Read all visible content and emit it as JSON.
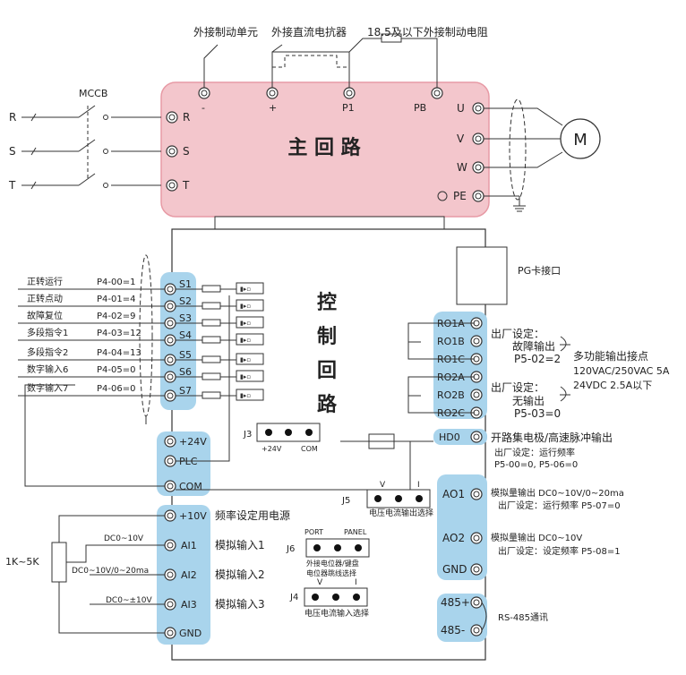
{
  "colors": {
    "main_fill": "#f3c6cc",
    "main_stroke": "#e79aa5",
    "blue": "#a9d4ec",
    "line": "#333333"
  },
  "top_labels": {
    "brake_unit": "外接制动单元",
    "dc_reactor": "外接直流电抗器",
    "brake_resistor": "18.5及以下外接制动电阻"
  },
  "mccb": "MCCB",
  "inputs": [
    "R",
    "S",
    "T"
  ],
  "main_circuit": {
    "title": "主 回 路",
    "neg": "-",
    "pos": "+",
    "p1": "P1",
    "pb": "PB",
    "r": "R",
    "s": "S",
    "t": "T",
    "u": "U",
    "v": "V",
    "w": "W",
    "pe": "PE"
  },
  "motor": "M",
  "pg_card": "PG卡接口",
  "control_title": [
    "控",
    "制",
    "回",
    "路"
  ],
  "inputs_terminals": [
    {
      "name": "正转运行",
      "code": "P4-00=1",
      "term": "S1"
    },
    {
      "name": "正转点动",
      "code": "P4-01=4",
      "term": "S2"
    },
    {
      "name": "故障复位",
      "code": "P4-02=9",
      "term": "S3"
    },
    {
      "name": "多段指令1",
      "code": "P4-03=12",
      "term": "S4"
    },
    {
      "name": "多段指令2",
      "code": "P4-04=13",
      "term": "S5"
    },
    {
      "name": "数字输入6",
      "code": "P4-05=0",
      "term": "S6"
    },
    {
      "name": "数字输入7",
      "code": "P4-06=0",
      "term": "S7"
    }
  ],
  "power_terms": {
    "v24": "+24V",
    "plc": "PLC",
    "com": "COM"
  },
  "j3": {
    "label": "J3",
    "left": "+24V",
    "right": "COM"
  },
  "relay": {
    "terms": [
      "RO1A",
      "RO1B",
      "RO1C",
      "RO2A",
      "RO2B",
      "RO2C"
    ],
    "set1_title": "出厂设定：",
    "set1_val": "故障输出",
    "set1_code": "P5-02=2",
    "set2_title": "出厂设定：",
    "set2_val": "无输出",
    "set2_code": "P5-03=0",
    "multi_title": "多功能输出接点",
    "multi_spec1": "120VAC/250VAC 5A",
    "multi_spec2": "24VDC  2.5A以下"
  },
  "hdo": {
    "term": "HD0",
    "title": "开路集电极/高速脉冲输出",
    "sub": "出厂设定：运行频率",
    "code": "P5-00=0, P5-06=0"
  },
  "j5": {
    "label": "J5",
    "v": "V",
    "i": "I",
    "caption": "电压电流输出选择"
  },
  "ao": {
    "ao1": "AO1",
    "ao1_desc": "模拟量输出  DC0~10V/0~20ma",
    "ao1_set": "出厂设定：运行频率    P5-07=0",
    "ao2": "AO2",
    "ao2_desc": "模拟量输出  DC0~10V",
    "ao2_set": "出厂设定：设定频率    P5-08=1",
    "gnd": "GND"
  },
  "rs485": {
    "p": "485+",
    "n": "485-",
    "label": "RS-485通讯"
  },
  "analog": {
    "p10": "+10V",
    "p10_desc": "频率设定用电源",
    "ai1": "AI1",
    "ai1_desc": "模拟输入1",
    "ai2": "AI2",
    "ai2_desc": "模拟输入2",
    "ai3": "AI3",
    "ai3_desc": "模拟输入3",
    "gnd": "GND",
    "dc1": "DC0~10V",
    "dc2": "DC0~10V/0~20ma",
    "dc3": "DC0~±10V",
    "pot": "1K~5K"
  },
  "j6": {
    "label": "J6",
    "port": "PORT",
    "panel": "PANEL",
    "cap1": "外接电位器/键盘",
    "cap2": "电位器跳线选择"
  },
  "j4": {
    "label": "J4",
    "v": "V",
    "i": "I",
    "caption": "电压电流输入选择"
  }
}
